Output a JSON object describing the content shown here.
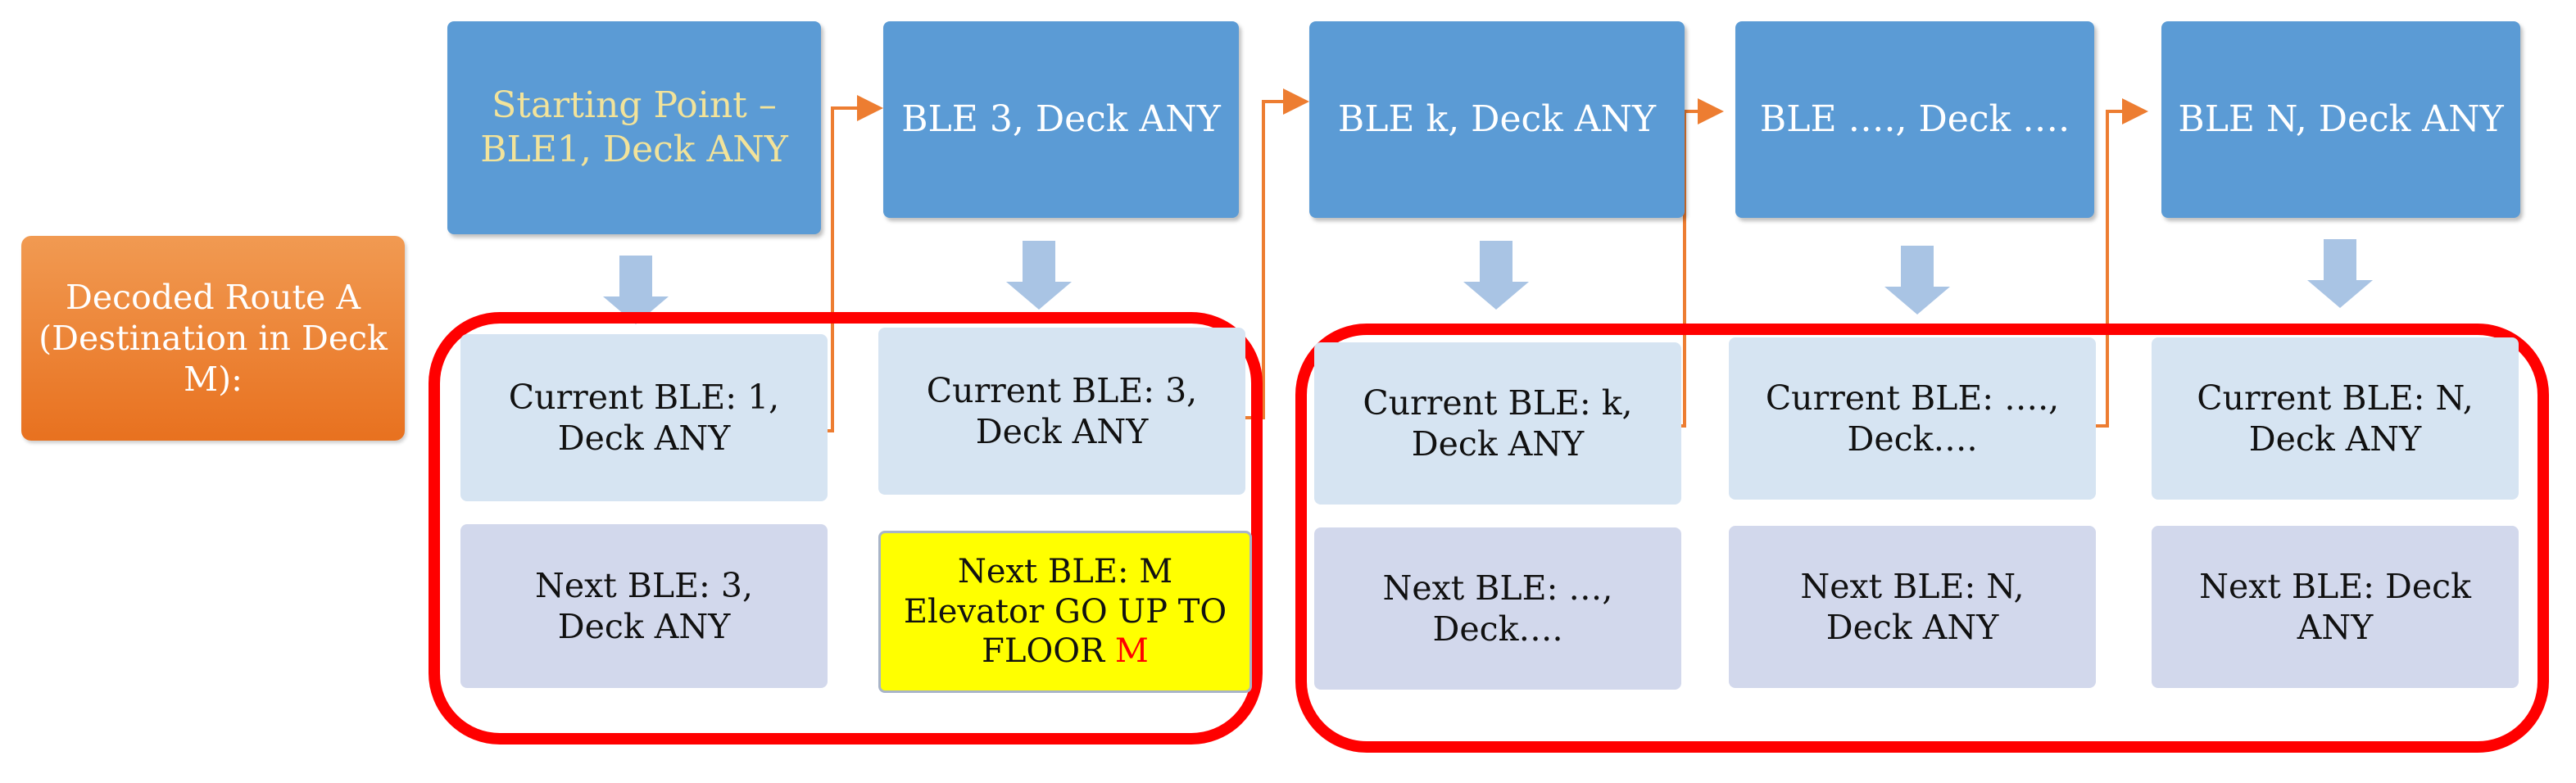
{
  "route_label": "Decoded Route A\n(Destination in Deck\nM):",
  "steps": [
    {
      "ble": "Starting Point –\nBLE1, Deck ANY",
      "current": "Current BLE: 1,\nDeck ANY",
      "next": "Next BLE: 3,\nDeck ANY"
    },
    {
      "ble": "BLE 3, Deck ANY",
      "current": "Current BLE: 3,\nDeck ANY",
      "next_line1": "Next BLE: M",
      "next_line2": "Elevator GO UP TO",
      "next_line3_prefix": "FLOOR ",
      "next_line3_highlight": "M"
    },
    {
      "ble": "BLE k, Deck ANY",
      "current": "Current BLE: k,\nDeck ANY",
      "next": "Next BLE: …,\nDeck…."
    },
    {
      "ble": "BLE …., Deck ….",
      "current": "Current BLE: ….,\nDeck….",
      "next": "Next BLE: N,\nDeck ANY"
    },
    {
      "ble": "BLE N, Deck ANY",
      "current": "Current BLE: N,\nDeck ANY",
      "next": "Next BLE: Deck\nANY"
    }
  ],
  "colors": {
    "ble_box": "#5b9bd5",
    "route_box": "#ec7a2c",
    "connector": "#ed7d31",
    "group_outline": "#ff0000",
    "highlight": "#ffff00",
    "highlight_letter": "#ff0000"
  }
}
